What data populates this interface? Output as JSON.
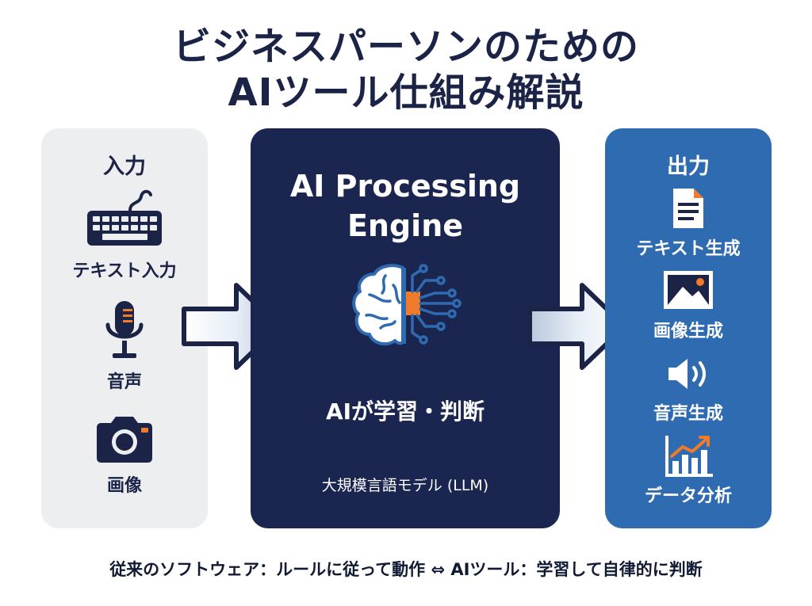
{
  "title": {
    "line1": "ビジネスパーソンのための",
    "line2": "AIツール仕組み解説"
  },
  "input": {
    "heading": "入力",
    "items": [
      {
        "label": "テキスト入力",
        "icon": "keyboard-icon"
      },
      {
        "label": "音声",
        "icon": "microphone-icon"
      },
      {
        "label": "画像",
        "icon": "camera-icon"
      }
    ]
  },
  "engine": {
    "title_line1": "AI Processing",
    "title_line2": "Engine",
    "icon": "brain-circuit-icon",
    "subtitle": "AIが学習・判断",
    "note": "大規模言語モデル (LLM)"
  },
  "output": {
    "heading": "出力",
    "items": [
      {
        "label": "テキスト生成",
        "icon": "document-icon"
      },
      {
        "label": "画像生成",
        "icon": "image-icon"
      },
      {
        "label": "音声生成",
        "icon": "speaker-icon"
      },
      {
        "label": "データ分析",
        "icon": "bar-chart-icon"
      }
    ]
  },
  "footer": {
    "text": "従来のソフトウェア：ルールに従って動作 ⇔ AIツール：学習して自律的に判断"
  },
  "colors": {
    "navy": "#1a2550",
    "blue": "#2f6bb0",
    "light_panel": "#eceeef",
    "accent_orange": "#f07b2b",
    "text_dark": "#1b2447"
  }
}
